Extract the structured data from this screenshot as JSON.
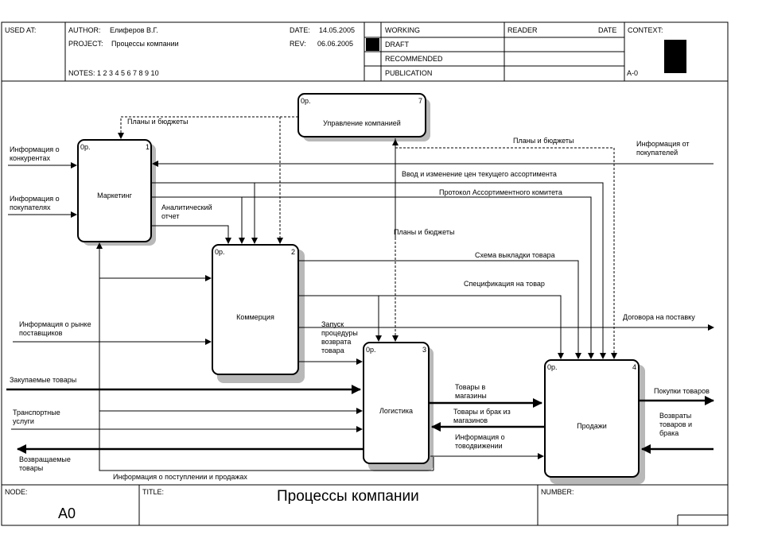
{
  "header": {
    "used_at": "USED AT:",
    "author_label": "AUTHOR:",
    "author": "Елиферов В.Г.",
    "project_label": "PROJECT:",
    "project": "Процессы компании",
    "date_label": "DATE:",
    "date": "14.05.2005",
    "rev_label": "REV:",
    "rev": "06.06.2005",
    "notes": "NOTES: 1 2 3 4 5 6 7 8 9 10",
    "working": "WORKING",
    "draft": "DRAFT",
    "recommended": "RECOMMENDED",
    "publication": "PUBLICATION",
    "reader": "READER",
    "reader_date": "DATE",
    "context": "CONTEXT:",
    "context_node": "A-0"
  },
  "boxes": [
    {
      "id": "marketing",
      "name": "Маркетинг",
      "op": "0р.",
      "num": "1"
    },
    {
      "id": "commerce",
      "name": "Коммерция",
      "op": "0р.",
      "num": "2"
    },
    {
      "id": "logistics",
      "name": "Логистика",
      "op": "0р.",
      "num": "3"
    },
    {
      "id": "sales",
      "name": "Продажи",
      "op": "0р.",
      "num": "4"
    },
    {
      "id": "management",
      "name": "Управление компанией",
      "op": "0р.",
      "num": "7"
    }
  ],
  "arrow_labels": {
    "plans_top": "Планы и бюджеты",
    "plans_right": "Планы и бюджеты",
    "plans_mid": "Планы и бюджеты",
    "competitor_info": "Информация о\nконкурентах",
    "buyer_info_left": "Информация о\nпокупателях",
    "buyer_info_right": "Информация от\nпокупателей",
    "assortment_input": "Ввод и изменение цен текущего ассортимента",
    "assortment_protocol": "Протокол Ассортиментного комитета",
    "analytic_report": "Аналитический\nотчет",
    "layout_scheme": "Схема выкладки товара",
    "product_spec": "Спецификация на товар",
    "supplier_market": "Информация о рынке\nпоставщиков",
    "return_procedure": "Запуск\nпроцедуры\nвозврата\nтовара",
    "supply_contracts": "Договора на поставку",
    "purchased_goods": "Закупаемые товары",
    "transport": "Транспортные\nуслуги",
    "returned_goods": "Возвращаемые\nтовары",
    "goods_to_stores": "Товары в\nмагазины",
    "goods_defect": "Товары и брак из\nмагазинов",
    "goods_movement": "Информация о\nтоводвижении",
    "customer_purchases": "Покупки товаров",
    "returns_defect": "Возвраты\nтоваров и\nбрака",
    "receipts_sales": "Информация о поступлении и продажах"
  },
  "footer": {
    "node_label": "NODE:",
    "node": "A0",
    "title_label": "TITLE:",
    "title": "Процессы компании",
    "number_label": "NUMBER:"
  }
}
